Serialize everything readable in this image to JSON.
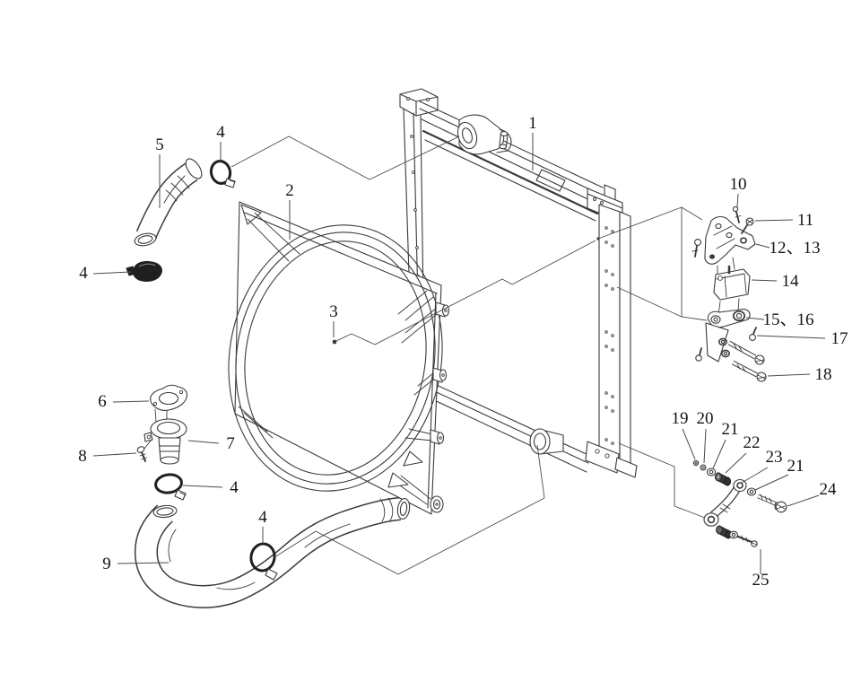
{
  "figure": {
    "type": "exploded-parts-diagram",
    "subject": "radiator, fan shroud, hoses, clamps and mounting brackets",
    "background": "#ffffff",
    "line_color": "#3a3a3a",
    "leader_color": "#4a4a4a",
    "clamp_color": "#1f1f1f",
    "text_color": "#141414"
  },
  "callouts": {
    "n1": "1",
    "n2": "2",
    "n3": "3",
    "n4a": "4",
    "n4b": "4",
    "n4c": "4",
    "n4d": "4",
    "n5": "5",
    "n6": "6",
    "n7": "7",
    "n8": "8",
    "n9": "9",
    "n10": "10",
    "n11": "11",
    "n12_13": "12、13",
    "n14": "14",
    "n15_16": "15、16",
    "n17": "17",
    "n18": "18",
    "n19": "19",
    "n20": "20",
    "n21a": "21",
    "n21b": "21",
    "n22": "22",
    "n23": "23",
    "n24": "24",
    "n25": "25"
  }
}
